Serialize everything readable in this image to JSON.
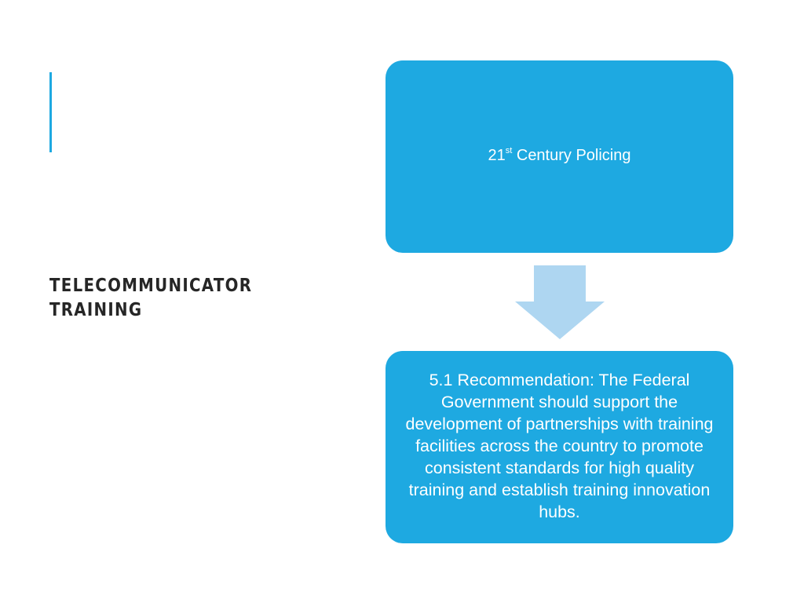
{
  "slide": {
    "title": "TELECOMMUNICATOR\nTRAINING"
  },
  "flow": {
    "top_box": {
      "number": "21",
      "superscript": "st",
      "rest": " Century Policing"
    },
    "bottom_box": {
      "text": "5.1 Recommendation: The Federal Government should support the development of partnerships with training facilities across the country to promote consistent standards for high quality training and establish training innovation hubs."
    }
  },
  "colors": {
    "box_fill": "#1ea9e1",
    "arrow_fill": "#aed6f1",
    "accent_bar": "#1ea9e1",
    "title_text": "#262626"
  }
}
